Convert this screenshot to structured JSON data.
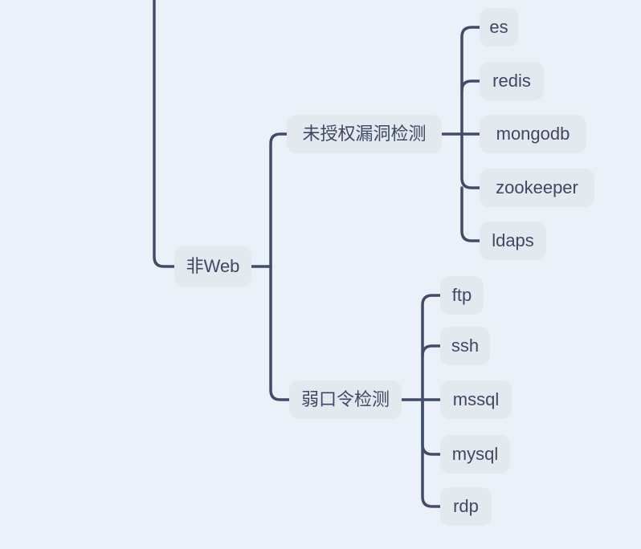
{
  "theme": {
    "page_background": "#EAF1F8",
    "node_background": "#E4E9F0",
    "node_text_color": "#3C4963",
    "connector_color": "#414D68"
  },
  "mindmap": {
    "branch": {
      "label": "非Web"
    },
    "groups": [
      {
        "parent": {
          "label": "未授权漏洞检测"
        },
        "children": [
          {
            "label": "es"
          },
          {
            "label": "redis"
          },
          {
            "label": "mongodb"
          },
          {
            "label": "zookeeper"
          },
          {
            "label": "ldaps"
          }
        ]
      },
      {
        "parent": {
          "label": "弱口令检测"
        },
        "children": [
          {
            "label": "ftp"
          },
          {
            "label": "ssh"
          },
          {
            "label": "mssql"
          },
          {
            "label": "mysql"
          },
          {
            "label": "rdp"
          }
        ]
      }
    ]
  }
}
